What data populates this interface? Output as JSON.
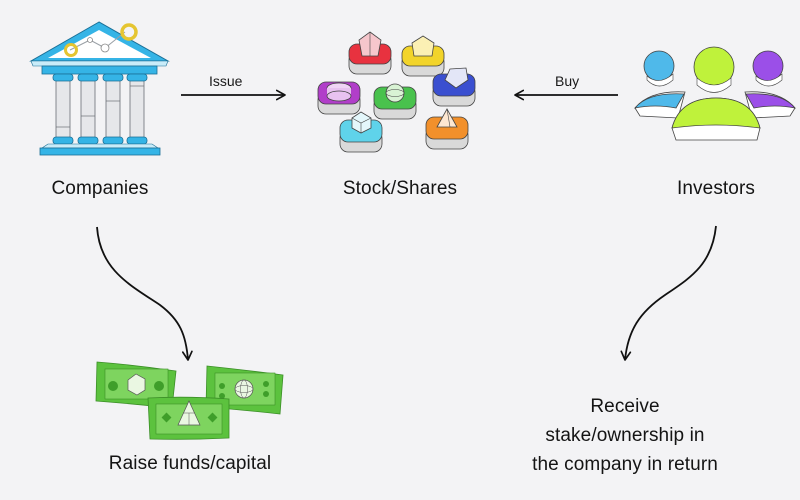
{
  "nodes": {
    "companies": {
      "label": "Companies",
      "icon": "bank-building-icon"
    },
    "stock_shares": {
      "label": "Stock/Shares",
      "icon": "stock-tokens-icon"
    },
    "investors": {
      "label": "Investors",
      "icon": "investor-group-icon"
    },
    "raise_funds": {
      "label": "Raise funds/capital",
      "icon": "banknotes-icon"
    },
    "receive_stake": {
      "lines": [
        "Receive",
        "stake/ownership in",
        "the company in return"
      ]
    }
  },
  "edges": {
    "issue": {
      "label": "Issue",
      "from": "Companies",
      "to": "Stock/Shares"
    },
    "buy": {
      "label": "Buy",
      "from": "Investors",
      "to": "Stock/Shares"
    },
    "companies_to_funds": {
      "from": "Companies",
      "to": "Raise funds/capital"
    },
    "investors_to_stake": {
      "from": "Investors",
      "to": "Receive stake/ownership in the company in return"
    }
  },
  "colors": {
    "background": "#f3f3f5",
    "bank_blue": "#35b4e6",
    "bank_accent_yellow": "#e5c531",
    "token_red": "#e8323f",
    "token_yellow": "#f2d42a",
    "token_purple": "#b13ec9",
    "token_green": "#49c24d",
    "token_blue": "#3a4fd0",
    "token_cyan": "#5fd3ea",
    "token_orange": "#f2902b",
    "investor_blue": "#4fb9ea",
    "investor_lime": "#bff23b",
    "investor_purple": "#9b4fe8",
    "money_green": "#5cc23e"
  }
}
